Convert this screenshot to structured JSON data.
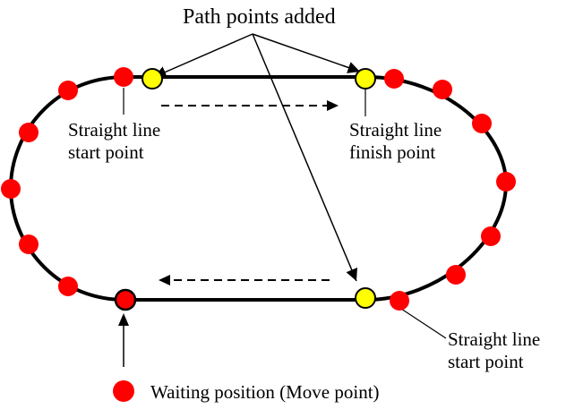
{
  "labels": {
    "title": "Path points added",
    "left_start_line1": "Straight line",
    "left_start_line2": "start point",
    "right_finish_line1": "Straight line",
    "right_finish_line2": "finish point",
    "bottom_start_line1": "Straight line",
    "bottom_start_line2": "start point",
    "legend_waiting": "Waiting position (Move point)"
  },
  "colors": {
    "move_point": "#ff0000",
    "path_point_added": "#ffff00",
    "track": "#000000"
  }
}
